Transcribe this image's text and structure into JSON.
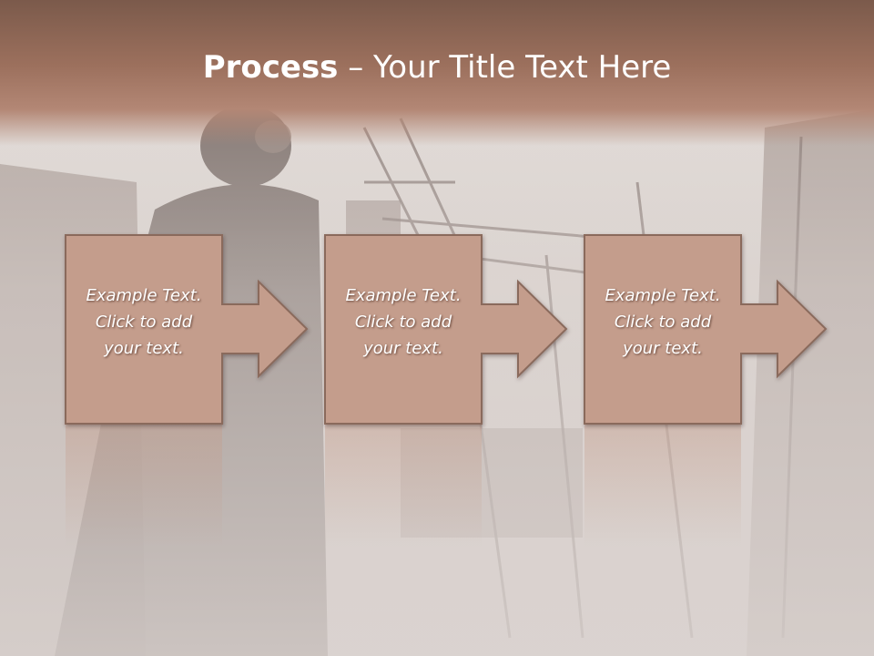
{
  "title": {
    "bold_part": "Process",
    "rest_part": " – Your Title Text Here"
  },
  "steps": [
    {
      "line1": "Example Text.",
      "line2": "Click  to add",
      "line3": "your text."
    },
    {
      "line1": "Example Text.",
      "line2": "Click  to add",
      "line3": "your text."
    },
    {
      "line1": "Example Text.",
      "line2": "Click  to add",
      "line3": "your text."
    }
  ],
  "colors": {
    "box_fill": "#c49d8c",
    "box_stroke": "#8a6a5c",
    "title_band": "#9c705d",
    "text": "#ffffff"
  }
}
